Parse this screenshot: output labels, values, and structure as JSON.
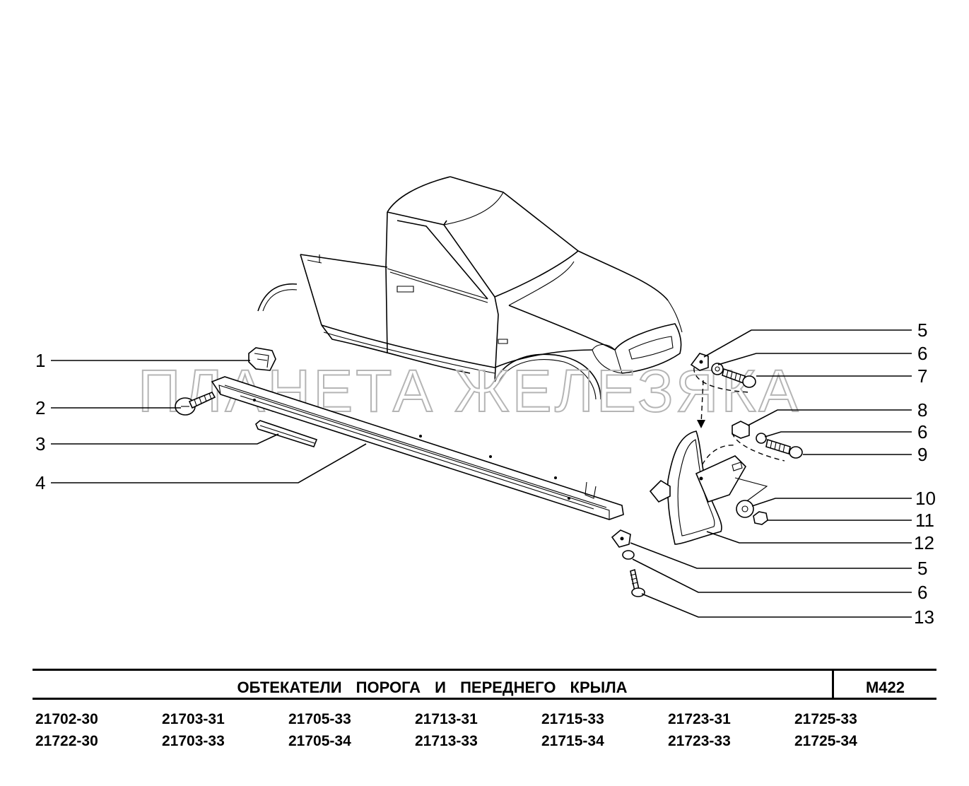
{
  "watermark": "ПЛАНЕТА ЖЕЛЕЗЯКА",
  "title": "ОБТЕКАТЕЛИ ПОРОГА И ПЕРЕДНЕГО КРЫЛА",
  "code": "M422",
  "callouts_left": [
    {
      "num": "1",
      "part": "plug"
    },
    {
      "num": "2",
      "part": "screw"
    },
    {
      "num": "3",
      "part": "strip"
    },
    {
      "num": "4",
      "part": "sill-cover"
    }
  ],
  "callouts_right": [
    {
      "num": "5"
    },
    {
      "num": "6"
    },
    {
      "num": "7"
    },
    {
      "num": "8"
    },
    {
      "num": "6"
    },
    {
      "num": "9"
    },
    {
      "num": "10"
    },
    {
      "num": "11"
    },
    {
      "num": "12"
    },
    {
      "num": "5"
    },
    {
      "num": "6"
    },
    {
      "num": "13"
    }
  ],
  "models": [
    [
      "21702-30",
      "21722-30"
    ],
    [
      "21703-31",
      "21703-33"
    ],
    [
      "21705-33",
      "21705-34"
    ],
    [
      "21713-31",
      "21713-33"
    ],
    [
      "21715-33",
      "21715-34"
    ],
    [
      "21723-31",
      "21723-33"
    ],
    [
      "21725-33",
      "21725-34"
    ]
  ]
}
